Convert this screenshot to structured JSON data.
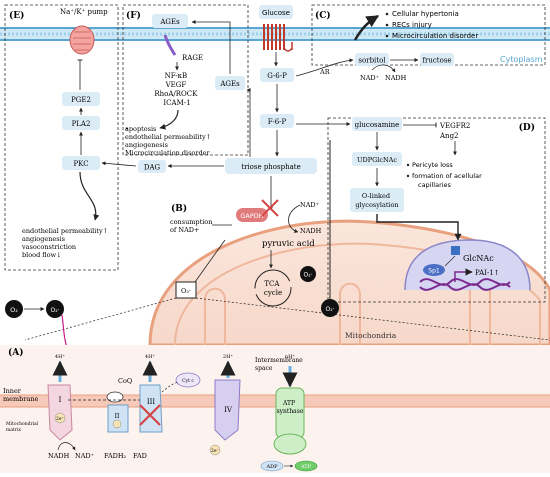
{
  "panels": {
    "A": "(A)",
    "B": "(B)",
    "C": "(C)",
    "D": "(D)",
    "E": "(E)",
    "F": "(F)"
  },
  "membrane": {
    "cytoplasm": "Cytoplasm",
    "mitochondria": "Mitochondria",
    "inner_membrane": "Inner\nmembrane",
    "intermembrane_space": "Intermembrane\nspace",
    "mitochondrial_matrix": "Mitochondrial\nmatrix"
  },
  "pathway": {
    "glucose": "Glucose",
    "g6p": "G-6-P",
    "f6p": "F-6-P",
    "triose": "triose phosphate",
    "gapdh": "GAPDH",
    "nad_plus": "NAD⁺",
    "nadh": "NADH",
    "pyruvic": "pyruvic acid",
    "tca": "TCA\ncycle",
    "consumption": "consumption\nof NAD+",
    "dag": "DAG",
    "ages": "AGEs"
  },
  "panel_c": {
    "ar": "AR",
    "sorbitol": "sorbitol",
    "fructose": "fructose",
    "nad_plus": "NAD⁺",
    "nadh": "NADH",
    "effects": [
      "Cellular hypertonia",
      "RECs injury",
      "Microcirculation disorder"
    ]
  },
  "panel_d": {
    "glucosamine": "glucosamine",
    "vegfr2": "VEGFR2",
    "ang2": "Ang2",
    "udpglcnac": "UDPGlcNAc",
    "olinked": "O-linked\nglycosylation",
    "effects": [
      "Pericyte loss",
      "formation of acellular\ncapillaries"
    ],
    "glcnac": "GlcNAc",
    "sp1": "Sp1",
    "pai1": "PAI-1↑"
  },
  "panel_e": {
    "pump": "Na⁺/K⁺ pump",
    "pge2": "PGE2",
    "pla2": "PLA2",
    "pkc": "PKC",
    "effects": [
      "endothelial permeability↑",
      "angiogenesis",
      "vasoconstriction",
      "blood flow↓"
    ]
  },
  "panel_f": {
    "ages": "AGEs",
    "rage": "RAGE",
    "mediators": [
      "NF-κB",
      "VEGF",
      "RhoA/ROCK",
      "ICAM-1"
    ],
    "effects": [
      "apoptosis",
      "endothelial permeability↑",
      "angiogenesis",
      "Microcirculation disorder"
    ]
  },
  "etc": {
    "coq": "CoQ",
    "complex_i": "I",
    "complex_ii": "II",
    "complex_iii": "III",
    "complex_iv": "IV",
    "cyt_c": "Cyt c",
    "atp_synthase": "ATP\nsynthase",
    "four_h1": "4H⁺",
    "four_h2": "4H⁺",
    "two_h": "2H⁺",
    "nh": "nH⁺",
    "nadh": "NADH",
    "nad": "NAD⁺",
    "fadh2": "FADH₂",
    "fad": "FAD",
    "two_e": "2e⁻",
    "adp": "ADP",
    "atp": "ATP"
  },
  "ros": {
    "o2": "O₂",
    "o2_radical": "O₂·"
  },
  "colors": {
    "membrane_blue": "#8ec8e6",
    "box_blue": "#dcecf7",
    "mito_orange": "#e9a98b",
    "mito_fill": "#fbe9e1",
    "gapdh_red": "#e07b7b",
    "magenta": "#c81e8c",
    "complex_pink": "#f3d6e0",
    "complex_blue": "#cfe3f5",
    "complex_purple": "#d6cff0",
    "atp_green": "#cdeec7",
    "dna_purple": "#7b2b8f"
  }
}
